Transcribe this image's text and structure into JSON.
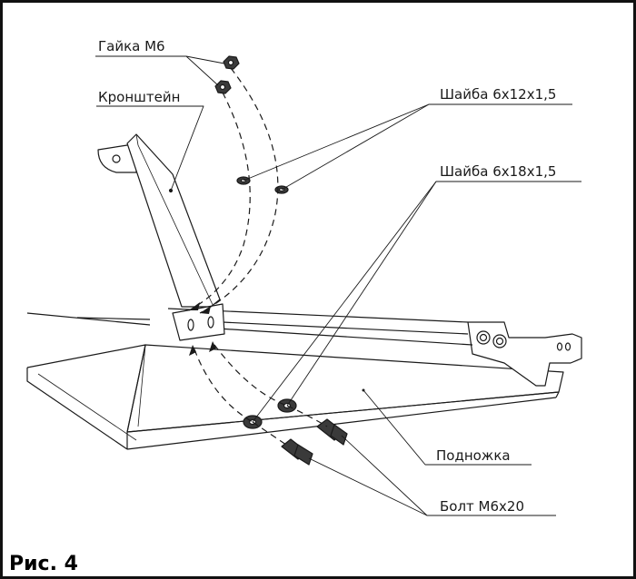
{
  "labels": {
    "nut": "Гайка М6",
    "bracket": "Кронштейн",
    "washer_small": "Шайба 6х12х1,5",
    "washer_large": "Шайба 6х18х1,5",
    "footrest": "Подножка",
    "bolt": "Болт М6х20"
  },
  "caption": "Рис. 4",
  "colors": {
    "line": "#1a1a1a",
    "part_fill": "#ffffff",
    "hardware_fill": "#3a3a3a"
  }
}
